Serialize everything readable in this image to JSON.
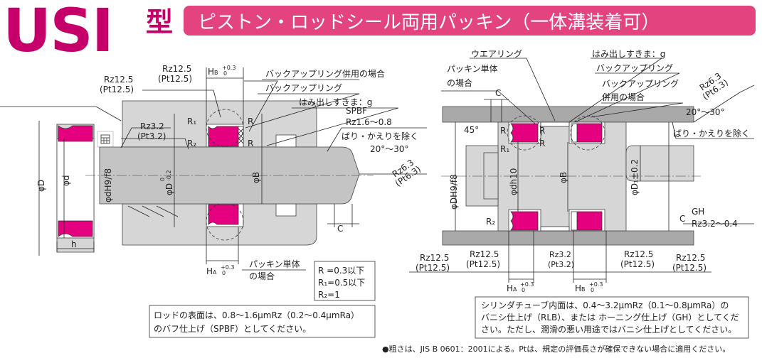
{
  "title": {
    "model": "USI",
    "type_char": "型",
    "banner": "ピストン・ロッドシール両用パッキン（一体溝装着可）"
  },
  "colors": {
    "brand": "#c5006a",
    "banner": "#e3437f",
    "seal": "#e4007f"
  },
  "left": {
    "backup_combined": "バックアップリング併用の場合",
    "backup_ring": "バックアップリング",
    "extrusion_gap": "はみ出しすきま：g",
    "spbf": "SPBF",
    "spbf_rz": "Rz1.6～0.8",
    "deburr": "ばり・かえりを除く",
    "rz_a1": "Rz12.5",
    "pt_a1": "(Pt12.5)",
    "rz_a2": "Rz12.5",
    "pt_a2": "(Pt12.5)",
    "rz_b": "Rz3.2",
    "pt_b": "(Pt3.2)",
    "rz_c": "Rz6.3",
    "pt_c": "(Pt6.3)",
    "hb": "H",
    "hb_sub": "B",
    "tol_up": "+0.3",
    "tol_low": "0",
    "ha": "H",
    "ha_sub": "A",
    "r1": "R₁",
    "r2": "R₂",
    "r": "R",
    "angle": "20°～30°",
    "phi_dh9f8": "φdH9/f8",
    "phi_D": "φD",
    "phi_D_tol_up": "0",
    "phi_D_tol_low": "-0.2",
    "phi_B": "φB",
    "seal_phi_D": "φD",
    "seal_phi_d": "φd",
    "seal_h": "h",
    "c": "C",
    "packing_only_1": "パッキン単体",
    "packing_only_2": "の場合",
    "r_spec": [
      "R =0.3以下",
      "R₁=0.5以下",
      "R₂=1"
    ],
    "note": [
      "ロッドの表面は、0.8～1.6μmRz（0.2～0.4μmRa）",
      "のバフ仕上げ（SPBF）としてください。"
    ]
  },
  "right": {
    "wear_ring": "ウエアリング",
    "extrusion_gap": "はみ出しすきま：g",
    "packing_only_1": "パッキン単体",
    "packing_only_2": "の場合",
    "backup_ring": "バックアップリング",
    "backup_combined_1": "バックアップリング",
    "backup_combined_2": "併用の場合",
    "rz_top": "Rz6.3",
    "pt_top": "(Pt6.3)",
    "angle": "20°～30°",
    "deburr": "ばり・かえりを除く",
    "c": "C",
    "angle45": "45°",
    "r": "R",
    "r1": "R₁",
    "r2": "R₂",
    "phi_DH9f8": "φDH9/f8",
    "phi_dh10": "φdh10",
    "phi_B": "φB",
    "phi_D1": "φD₁±0.2",
    "gh": "GH",
    "gh_rz": "Rz3.2～0.4",
    "bottom_rz": [
      {
        "rz": "Rz12.5",
        "pt": "(Pt12.5)"
      },
      {
        "rz": "Rz12.5",
        "pt": "(Pt12.5)"
      },
      {
        "rz": "Rz3.2",
        "pt": "(Pt3.2)"
      },
      {
        "rz": "Rz12.5",
        "pt": "(Pt12.5)"
      },
      {
        "rz": "Rz12.5",
        "pt": "(Pt12.5)"
      }
    ],
    "ha": "H",
    "ha_sub": "A",
    "hb": "H",
    "hb_sub": "B",
    "tol_up": "+0.3",
    "tol_low": "0",
    "note": [
      "シリンダチューブ内面は、0.4～3.2μmRz（0.1～0.8μmRa）の",
      "バニシ仕上げ（RLB）、または ホーニング仕上げ（GH）としてくだ",
      "さい。ただし、潤滑の悪い用途ではバニシ仕上げとしてください。"
    ]
  },
  "footnote": "●粗さは、JIS B 0601：2001による。Ptは、規定の評価長さが確保できない場合に適用ください。"
}
